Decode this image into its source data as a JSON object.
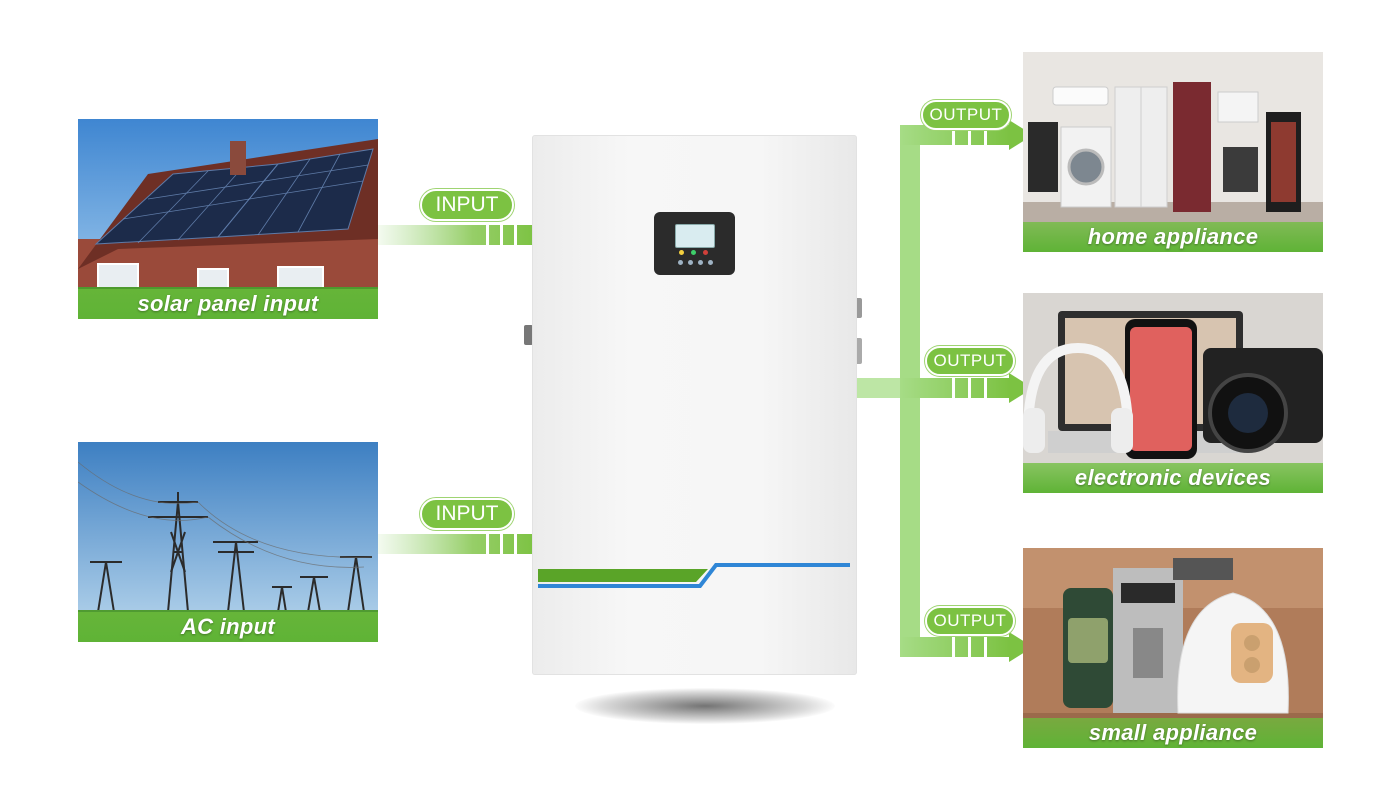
{
  "inputs": {
    "solar_caption": "solar panel input",
    "ac_caption": "AC input",
    "label_top": "INPUT",
    "label_bottom": "INPUT"
  },
  "outputs": {
    "label_1": "OUTPUT",
    "label_2": "OUTPUT",
    "label_3": "OUTPUT",
    "home_caption": "home appliance",
    "electronic_caption": "electronic devices",
    "small_caption": "small appliance"
  },
  "colors": {
    "accent_green": "#7cc242",
    "stripe_green": "#5aa428",
    "stripe_blue": "#2f86d6",
    "device_body": "#f4f4f4"
  }
}
